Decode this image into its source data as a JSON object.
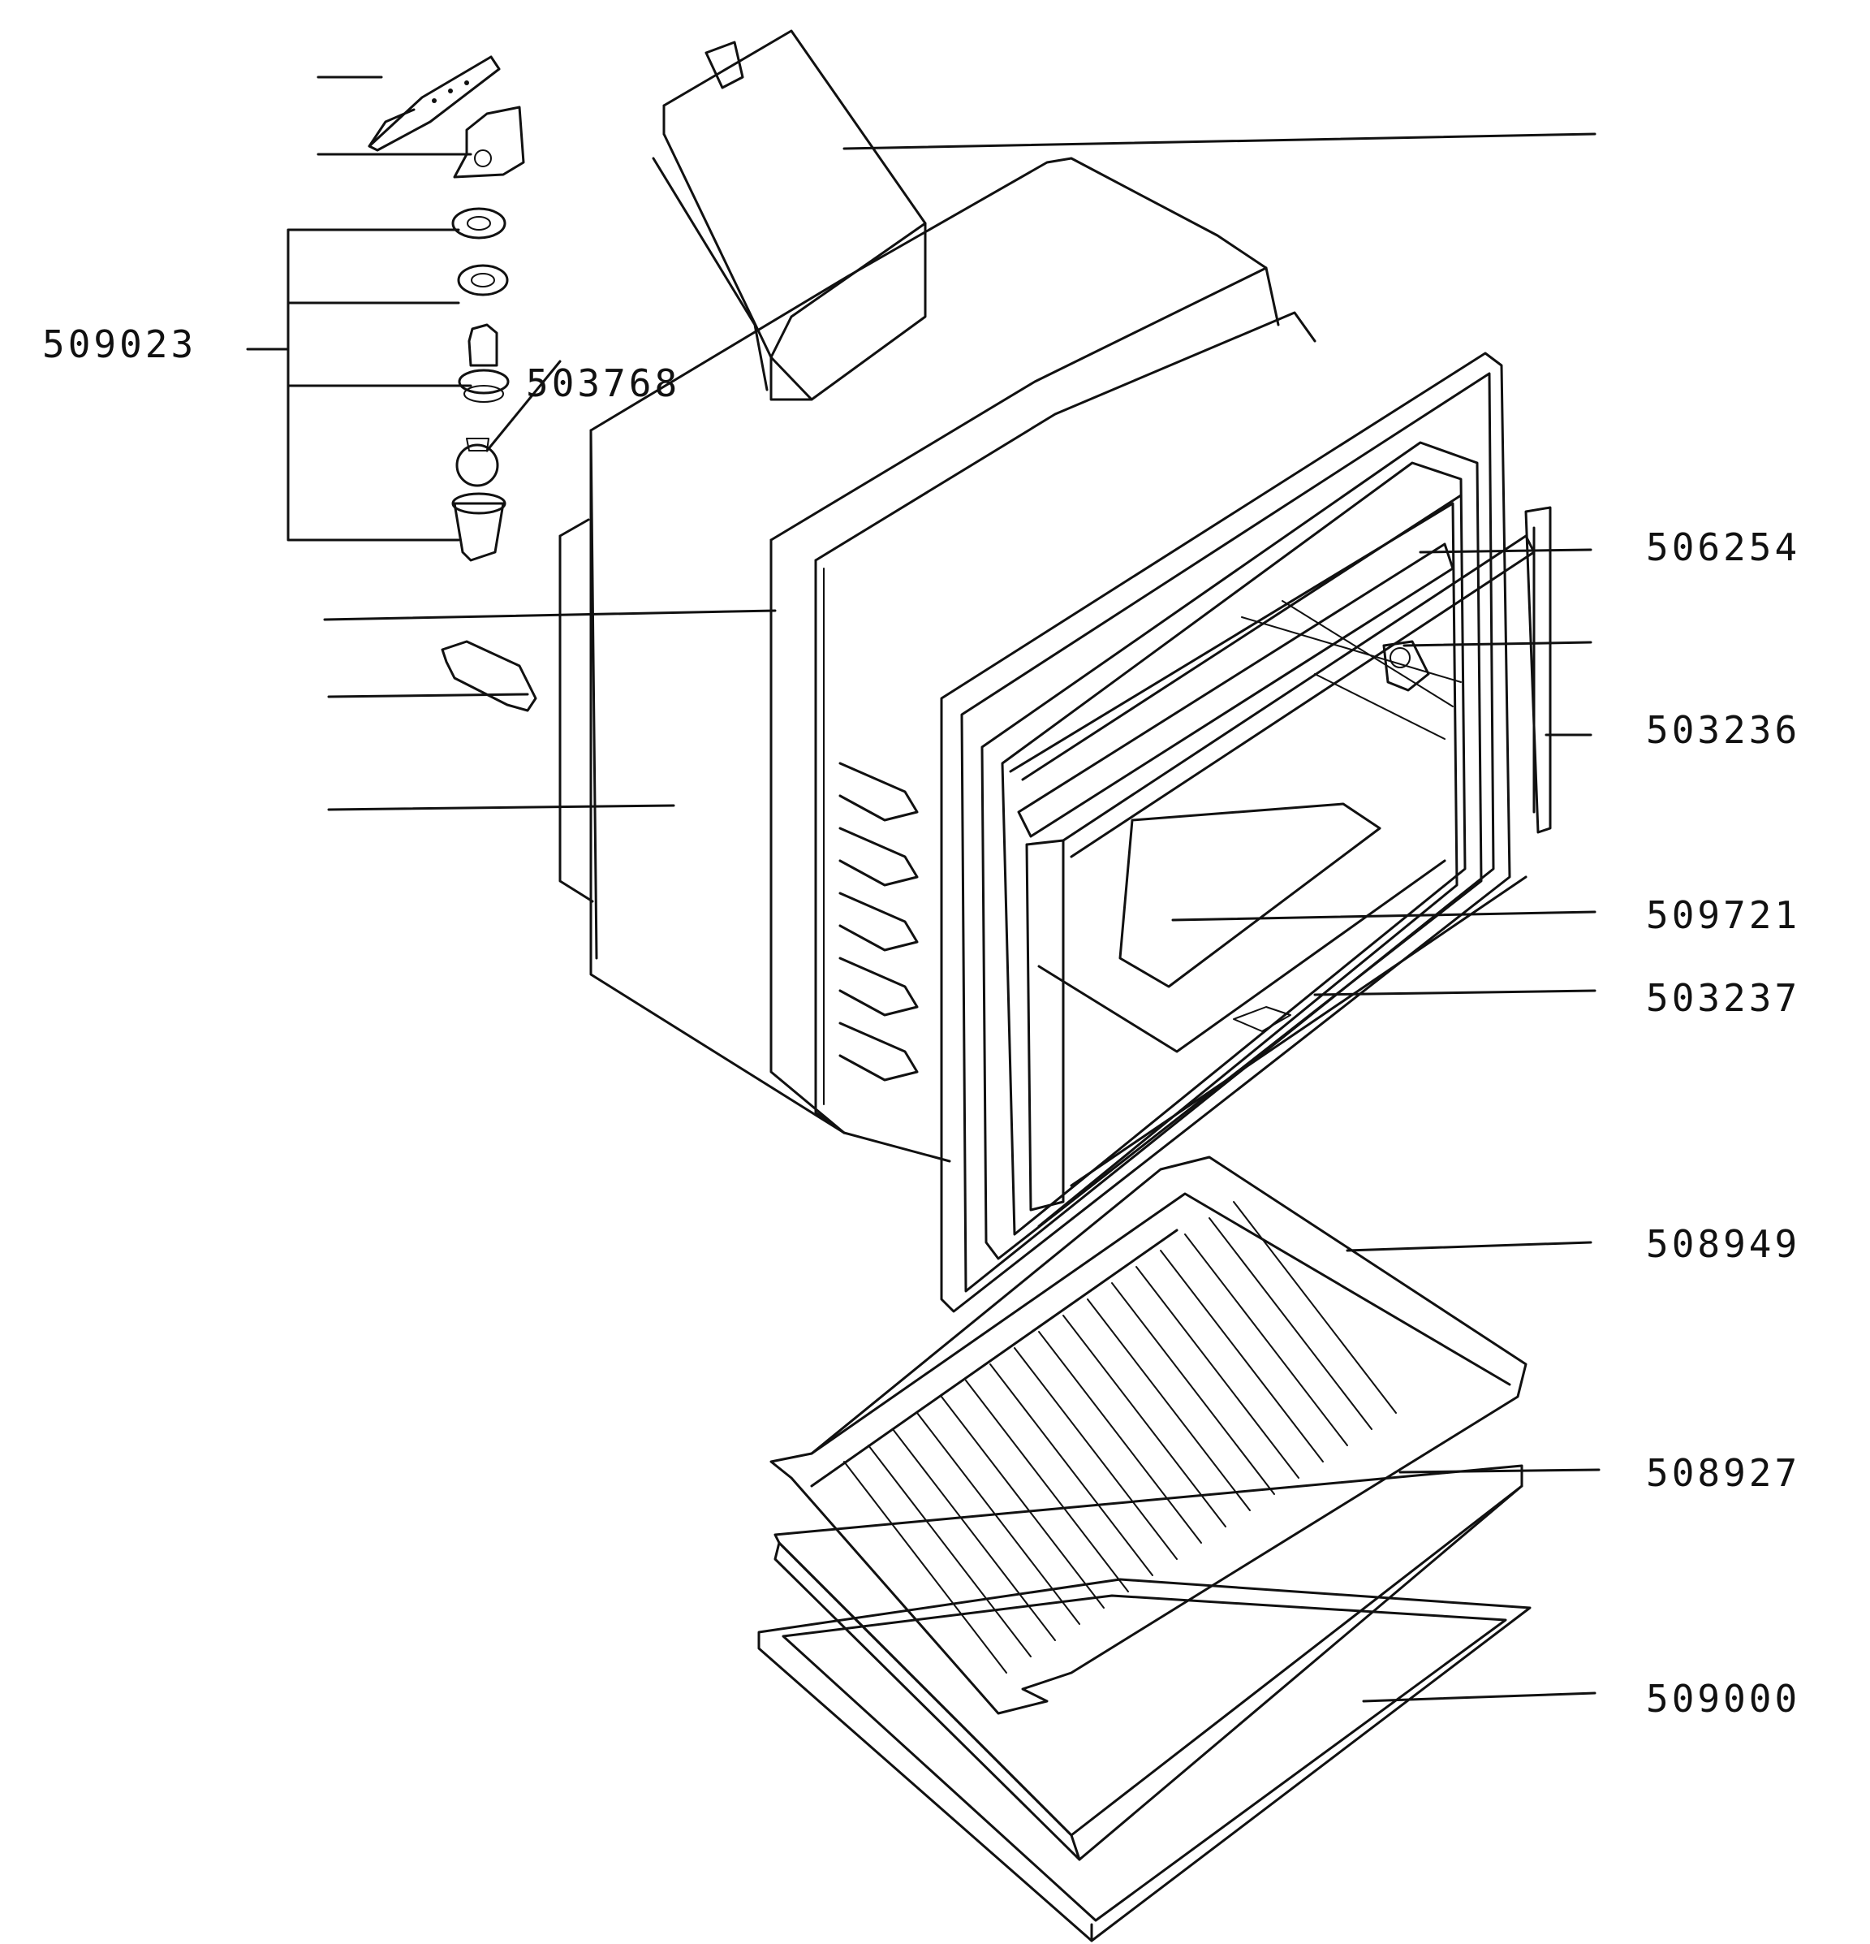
{
  "labels": {
    "l509023": "509023",
    "l503768": "503768",
    "l506254": "506254",
    "l503236": "503236",
    "l509721": "509721",
    "l503237": "503237",
    "l508949": "508949",
    "l508927": "508927",
    "l509000": "509000"
  }
}
